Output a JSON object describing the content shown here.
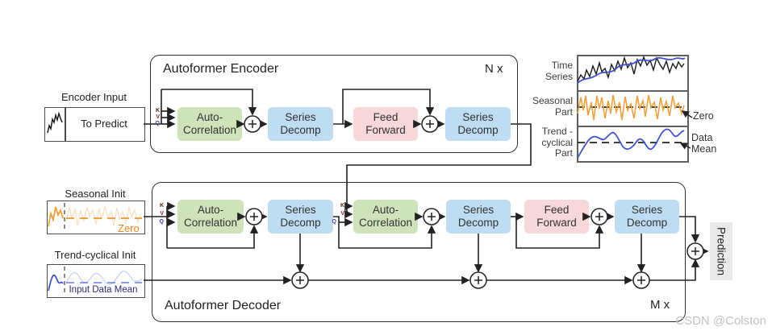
{
  "encoder": {
    "title": "Autoformer Encoder",
    "repeat": "N x",
    "input_label": "Encoder Input",
    "input_value": "To Predict",
    "blocks": [
      {
        "l1": "Auto-",
        "l2": "Correlation"
      },
      {
        "l1": "Series",
        "l2": "Decomp"
      },
      {
        "l1": "Feed",
        "l2": "Forward"
      },
      {
        "l1": "Series",
        "l2": "Decomp"
      }
    ]
  },
  "decoder": {
    "title": "Autoformer Decoder",
    "repeat": "M x",
    "seasonal_init": {
      "label": "Seasonal Init",
      "zero_label": "Zero"
    },
    "trend_init": {
      "label": "Trend-cyclical Init",
      "mean_label": "Input Data Mean"
    },
    "blocks": [
      {
        "l1": "Auto-",
        "l2": "Correlation"
      },
      {
        "l1": "Series",
        "l2": "Decomp"
      },
      {
        "l1": "Auto-",
        "l2": "Correlation"
      },
      {
        "l1": "Series",
        "l2": "Decomp"
      },
      {
        "l1": "Feed",
        "l2": "Forward"
      },
      {
        "l1": "Series",
        "l2": "Decomp"
      }
    ]
  },
  "kvq": {
    "k": "K",
    "v": "V",
    "q": "Q"
  },
  "legend": {
    "rows": [
      {
        "label": "Time Series"
      },
      {
        "label": "Seasonal Part",
        "annotation": "Zero"
      },
      {
        "label": "Trend -cyclical Part",
        "annotation": "Data Mean"
      }
    ]
  },
  "output": {
    "label": "Prediction"
  },
  "watermark": "CSDN @Colston",
  "colors": {
    "block_green": "#cfe3ba",
    "block_blue": "#bedcf2",
    "block_pink": "#f6d7da",
    "seasonal_orange": "#f0a13a",
    "trend_blue": "#3f51d0",
    "series_black": "#1a1a1a",
    "line": "#222222",
    "prediction_bg": "#e9e9e9"
  }
}
